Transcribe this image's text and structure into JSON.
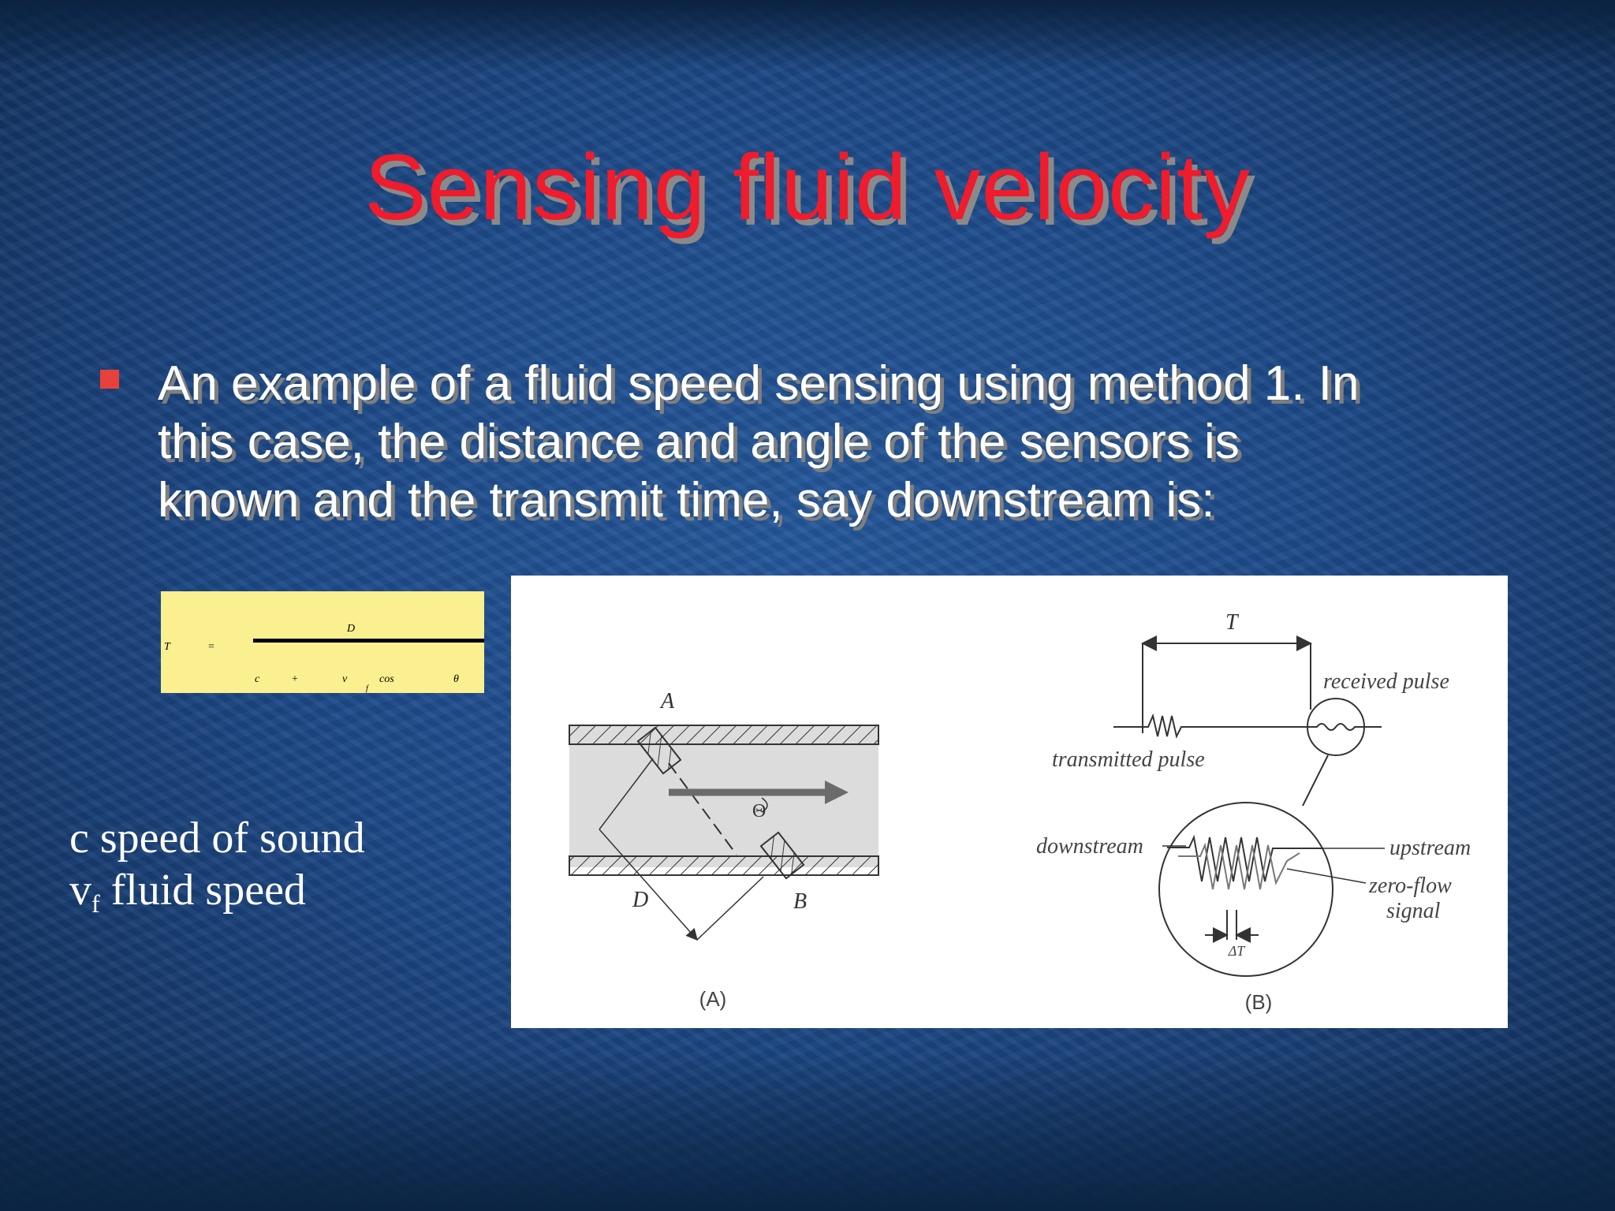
{
  "slide": {
    "title": "Sensing fluid velocity",
    "bullet_lines": [
      "An example of a fluid speed sensing using method 1. In",
      "this case, the distance and angle of the sensors is",
      "known and the transmit time, say downstream is:"
    ],
    "colors": {
      "title": "#ee1c2c",
      "bullet": "#e8413c",
      "text": "#ffffff",
      "equation_bg": "#fbf08f"
    }
  },
  "equation": {
    "lhs": "T",
    "equals": "=",
    "numerator": "D",
    "den_c": "c",
    "den_plus": "+",
    "den_v": "v",
    "den_sub": "f",
    "den_cos": "cos",
    "den_theta": "θ"
  },
  "legend": {
    "line1": "c speed of sound",
    "line2_var": "v",
    "line2_sub": "f",
    "line2_text": " fluid speed"
  },
  "figure": {
    "panel_a": {
      "caption": "(A)",
      "label_a": "A",
      "label_b": "B",
      "label_d": "D",
      "label_theta": "Θ"
    },
    "panel_b": {
      "caption": "(B)",
      "label_t": "T",
      "received": "received pulse",
      "transmitted": "transmitted pulse",
      "downstream": "downstream",
      "upstream": "upstream",
      "zero_flow_1": "zero-flow",
      "zero_flow_2": "signal",
      "delta_t": "ΔT"
    }
  }
}
